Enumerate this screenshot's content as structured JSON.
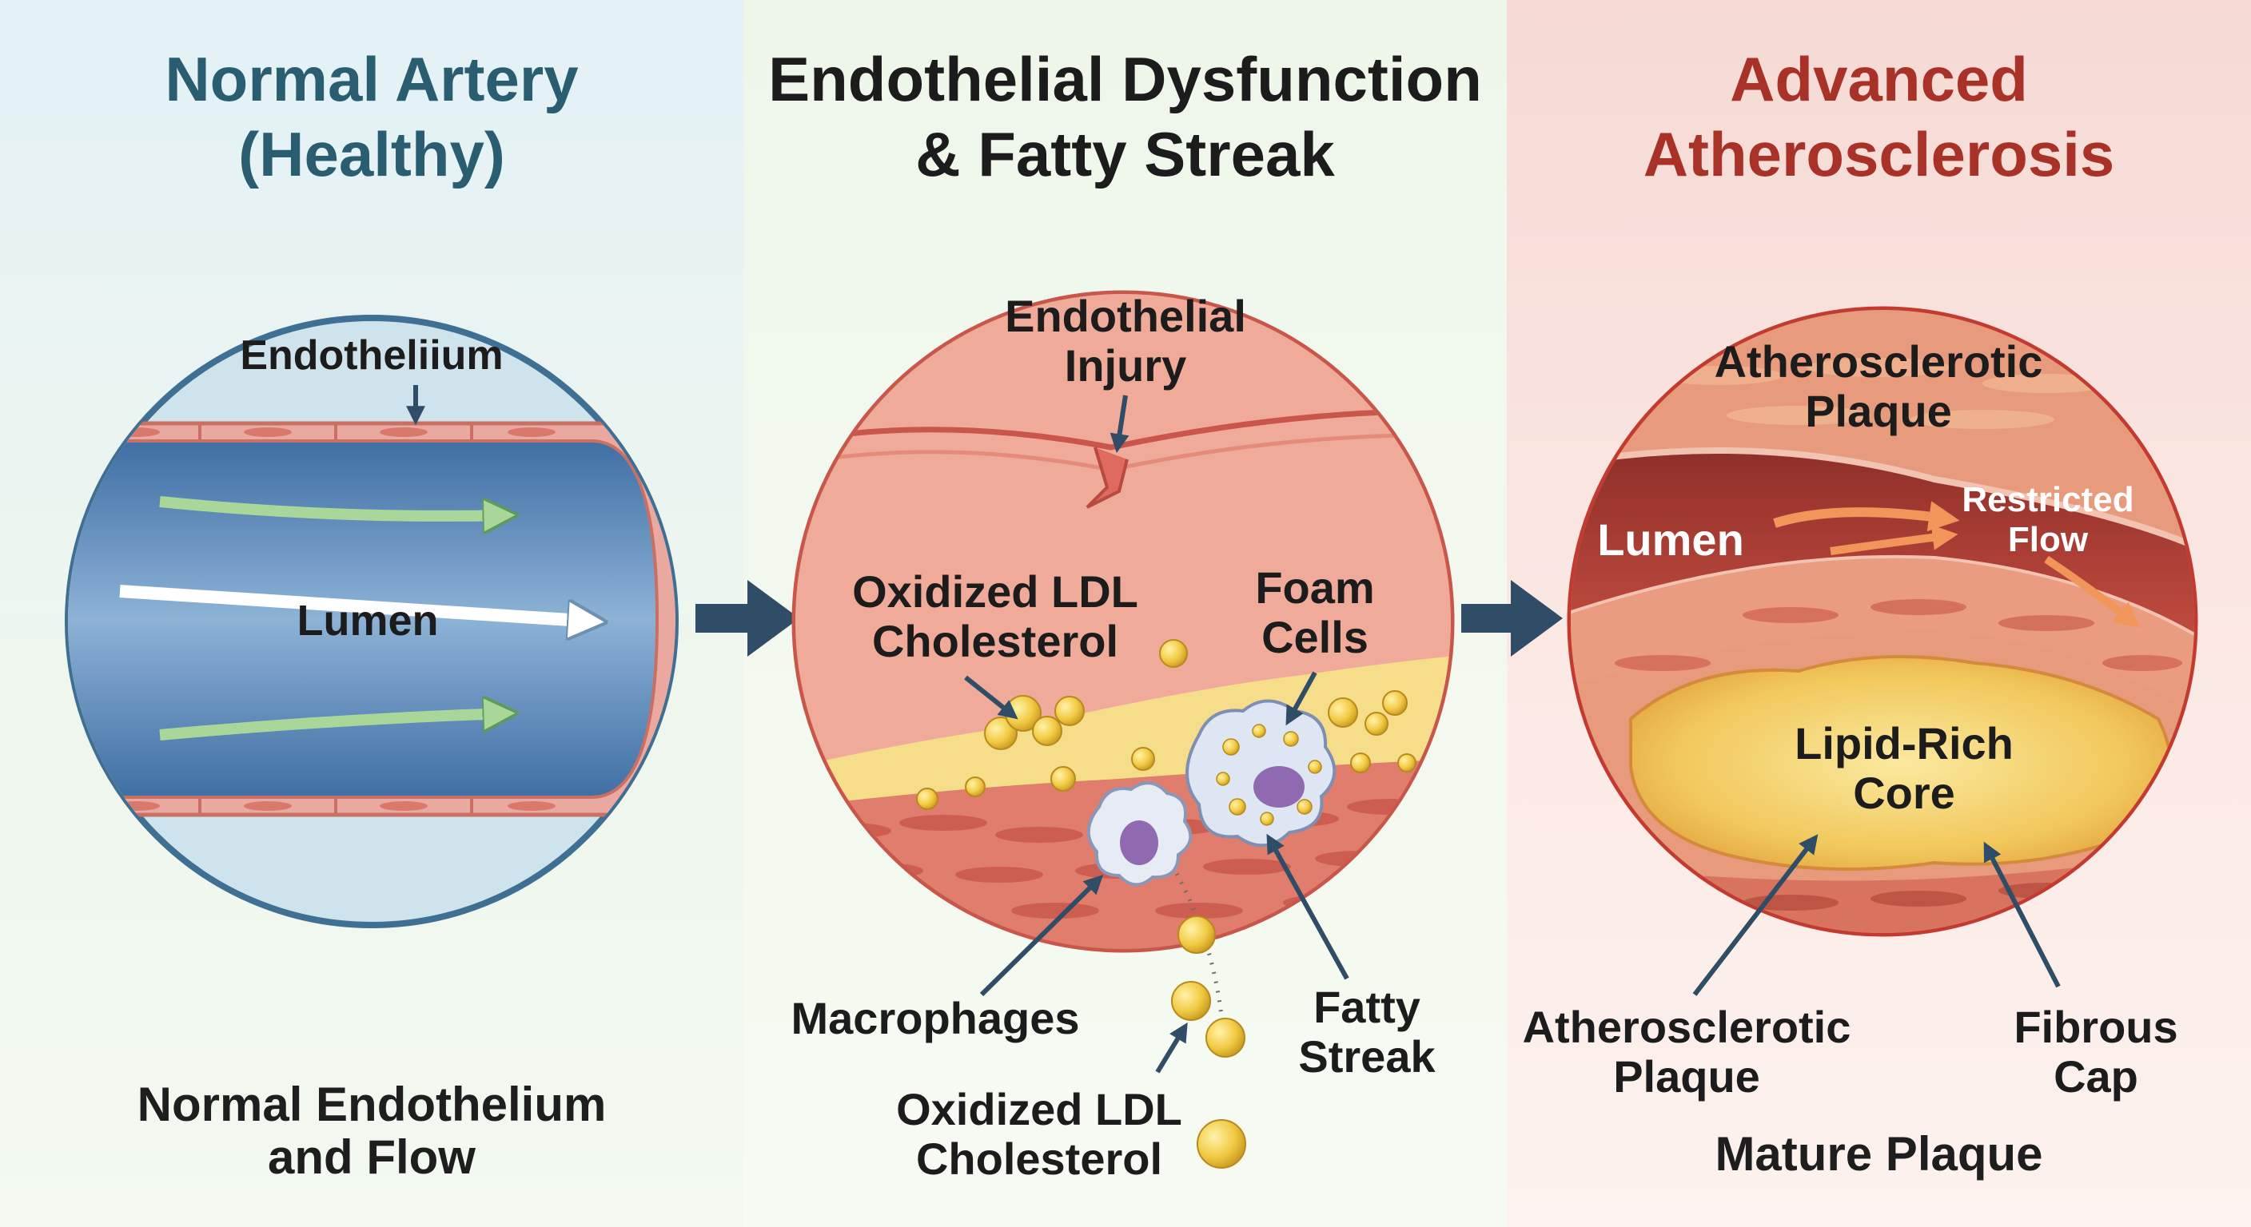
{
  "panels": [
    {
      "title_line1": "Normal Artery",
      "title_line2": "(Healthy)",
      "labels": {
        "endothelium": "Endotheliium",
        "lumen": "Lumen"
      },
      "caption_line1": "Normal Endothelium",
      "caption_line2": "and Flow"
    },
    {
      "title_line1": "Endothelial Dysfunction",
      "title_line2": "& Fatty Streak",
      "labels": {
        "injury_line1": "Endothelial",
        "injury_line2": "Injury",
        "ldl_line1": "Oxidized LDL",
        "ldl_line2": "Cholesterol",
        "foam_line1": "Foam",
        "foam_line2": "Cells",
        "macrophages": "Macrophages",
        "streak_line1": "Fatty",
        "streak_line2": "Streak",
        "ldl_bottom_line1": "Oxidized LDL",
        "ldl_bottom_line2": "Cholesterol"
      }
    },
    {
      "title_line1": "Advanced",
      "title_line2": "Atherosclerosis",
      "labels": {
        "plaque_top_line1": "Atherosclerotic",
        "plaque_top_line2": "Plaque",
        "lumen": "Lumen",
        "restricted_line1": "Restricted",
        "restricted_line2": "Flow",
        "core_line1": "Lipid-Rich",
        "core_line2": "Core",
        "plaque_bottom_line1": "Atherosclerotic",
        "plaque_bottom_line2": "Plaque",
        "cap_line1": "Fibrous",
        "cap_line2": "Cap"
      },
      "caption": "Mature Plaque"
    }
  ],
  "colors": {
    "healthy_title": "#2a5d70",
    "advanced_title": "#a83228",
    "arrow": "#2f4d66",
    "endothelium": "#e7998d",
    "lumen_blue": "#4f7fae",
    "lipid": "#f3cf4d"
  }
}
